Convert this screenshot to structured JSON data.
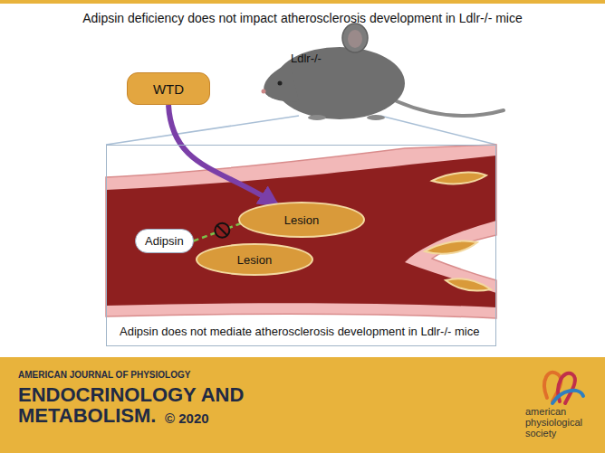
{
  "diagram": {
    "title": "Adipsin deficiency does not impact atherosclerosis development in Ldlr-/- mice",
    "nodes": [
      {
        "text": [
          "WTD"
        ]
      },
      {
        "text": [
          "Ldlr-/-"
        ]
      },
      {
        "text": [
          "Adipsin does not mediate atherosclerosis development in Ldlr-/- mice"
        ]
      },
      {
        "text": [
          "Adipsin"
        ],
        "in": 2
      },
      {
        "text": [
          "Lesion"
        ],
        "in": 2
      },
      {
        "text": [
          "Lesion"
        ],
        "in": 2
      },
      {
        "text": [
          "AMERICAN JOURNAL OF PHYSIOLOGY",
          "ENDOCRINOLOGY AND METABOLISM.",
          "© 2020",
          "american physiological society"
        ]
      }
    ],
    "edges": [
      {
        "from": 0,
        "to": 4,
        "arrow": "to"
      },
      {
        "from": 3,
        "to": 4,
        "arrow": "none"
      }
    ]
  }
}
